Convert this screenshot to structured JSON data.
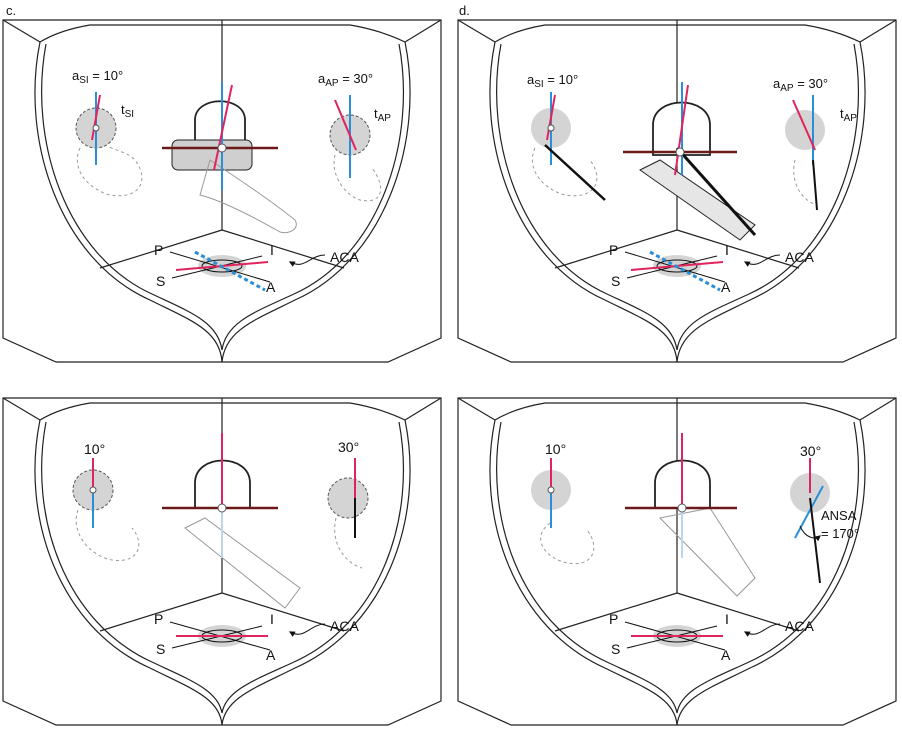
{
  "panels": {
    "c_top": {
      "letter": "c.",
      "left_angle_prefix": "a",
      "left_angle_sub": "SI",
      "left_angle_value": " = 10°",
      "left_t_prefix": "t",
      "left_t_sub": "SI",
      "right_angle_prefix": "a",
      "right_angle_sub": "AP",
      "right_angle_value": " = 30°",
      "right_t_prefix": "t",
      "right_t_sub": "AP",
      "axis_p": "P",
      "axis_s": "S",
      "axis_i": "I",
      "axis_a": "A",
      "aca": "ACA"
    },
    "d_top": {
      "letter": "d.",
      "left_angle_prefix": "a",
      "left_angle_sub": "SI",
      "left_angle_value": " = 10°",
      "right_angle_prefix": "a",
      "right_angle_sub": "AP",
      "right_angle_value": " = 30°",
      "right_t_prefix": "t",
      "right_t_sub": "AP",
      "axis_p": "P",
      "axis_s": "S",
      "axis_i": "I",
      "axis_a": "A",
      "aca": "ACA"
    },
    "c_bottom": {
      "left_angle": "10°",
      "right_angle": "30°",
      "axis_p": "P",
      "axis_s": "S",
      "axis_i": "I",
      "axis_a": "A",
      "aca": "ACA"
    },
    "d_bottom": {
      "left_angle": "10°",
      "right_angle": "30°",
      "ansa_label": "ANSA",
      "ansa_value": "= 170°",
      "axis_p": "P",
      "axis_s": "S",
      "axis_i": "I",
      "axis_a": "A",
      "aca": "ACA"
    }
  },
  "colors": {
    "red": "#e0245e",
    "blue": "#2a8fd6",
    "dark_red": "#6b1a1a",
    "gray_fill": "#d4d4d4",
    "outline": "#222222"
  }
}
